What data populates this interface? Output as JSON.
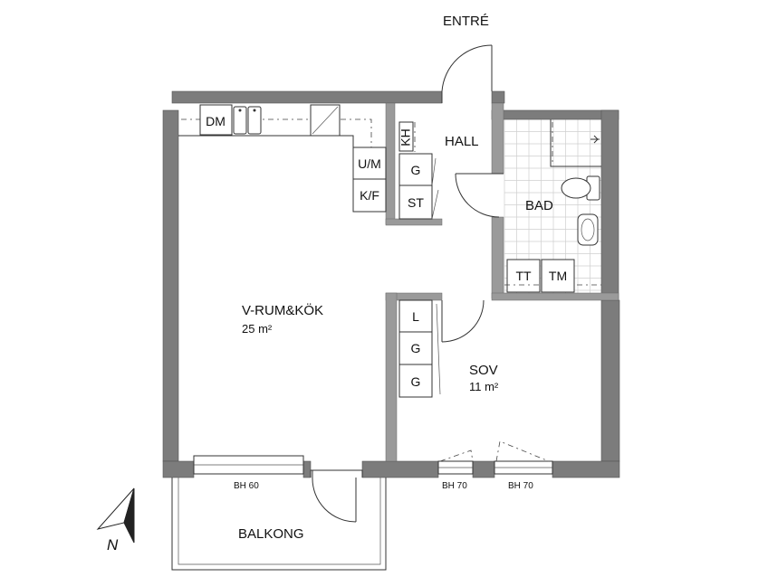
{
  "labels": {
    "entrance": "ENTRÉ",
    "hall": "HALL",
    "bath": "BAD",
    "living": "V-RUM&KÖK",
    "living_area": "25 m²",
    "bedroom": "SOV",
    "bedroom_area": "11 m²",
    "balcony": "BALKONG",
    "north": "N"
  },
  "fixtures": {
    "dishwasher": "DM",
    "oven": "U/M",
    "fridge_freezer": "K/F",
    "coat_hanger": "KH",
    "wardrobe": "G",
    "cleaning_closet": "ST",
    "linen": "L",
    "washer": "TT",
    "dryer": "TM"
  },
  "windows": {
    "living": "BH 60",
    "bedroom_left": "BH 70",
    "bedroom_right": "BH 70"
  }
}
